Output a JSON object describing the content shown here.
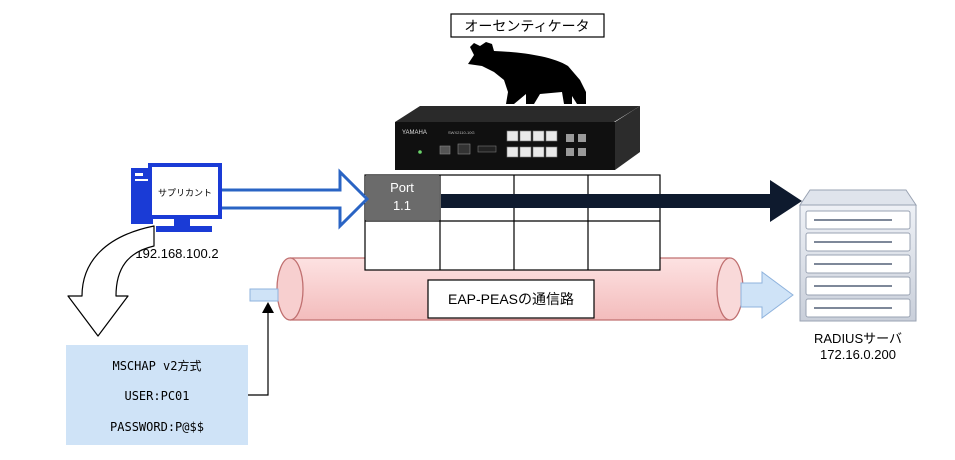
{
  "authenticator": {
    "label": "オーセンティケータ"
  },
  "supplicant": {
    "label": "サプリカント",
    "ip": "192.168.100.2"
  },
  "switch": {
    "brand": "YAMAHA",
    "model": "SWX2110-10G",
    "port_label_line1": "Port",
    "port_label_line2": "1.1"
  },
  "tunnel": {
    "label": "EAP-PEASの通信路"
  },
  "radius": {
    "label": "RADIUSサーバ",
    "ip": "172.16.0.200"
  },
  "credentials": {
    "method": "MSCHAP v2方式",
    "user": "USER:PC01",
    "password": "PASSWORD:P@$$"
  },
  "colors": {
    "pc_blue": "#1a3bd6",
    "arrow_blue": "#2a64c4",
    "dark_arrow": "#0e1a2e",
    "tunnel_fill": "#f6c9c9",
    "tunnel_stroke": "#c07070",
    "light_blue": "#cfe3f7",
    "port_grey": "#6b6b6b",
    "server_grey": "#9aa3b3"
  },
  "icons": [
    "bear-icon",
    "switch-icon",
    "pc-icon",
    "server-icon"
  ]
}
